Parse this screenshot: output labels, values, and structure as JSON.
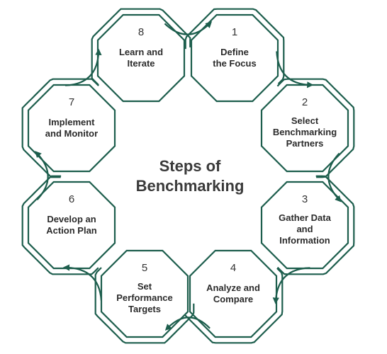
{
  "title": {
    "line1": "Steps of",
    "line2": "Benchmarking"
  },
  "steps": [
    {
      "number": "1",
      "lines": [
        "Define",
        "the Focus"
      ]
    },
    {
      "number": "2",
      "lines": [
        "Select",
        "Benchmarking",
        "Partners"
      ]
    },
    {
      "number": "3",
      "lines": [
        "Gather Data",
        "and",
        "Information"
      ]
    },
    {
      "number": "4",
      "lines": [
        "Analyze and",
        "Compare"
      ]
    },
    {
      "number": "5",
      "lines": [
        "Set",
        "Performance",
        "Targets"
      ]
    },
    {
      "number": "6",
      "lines": [
        "Develop an",
        "Action Plan"
      ]
    },
    {
      "number": "7",
      "lines": [
        "Implement",
        "and Monitor"
      ]
    },
    {
      "number": "8",
      "lines": [
        "Learn and",
        "Iterate"
      ]
    }
  ],
  "colors": {
    "accent": "#1d5e4d",
    "text": "#2b2b2b"
  }
}
